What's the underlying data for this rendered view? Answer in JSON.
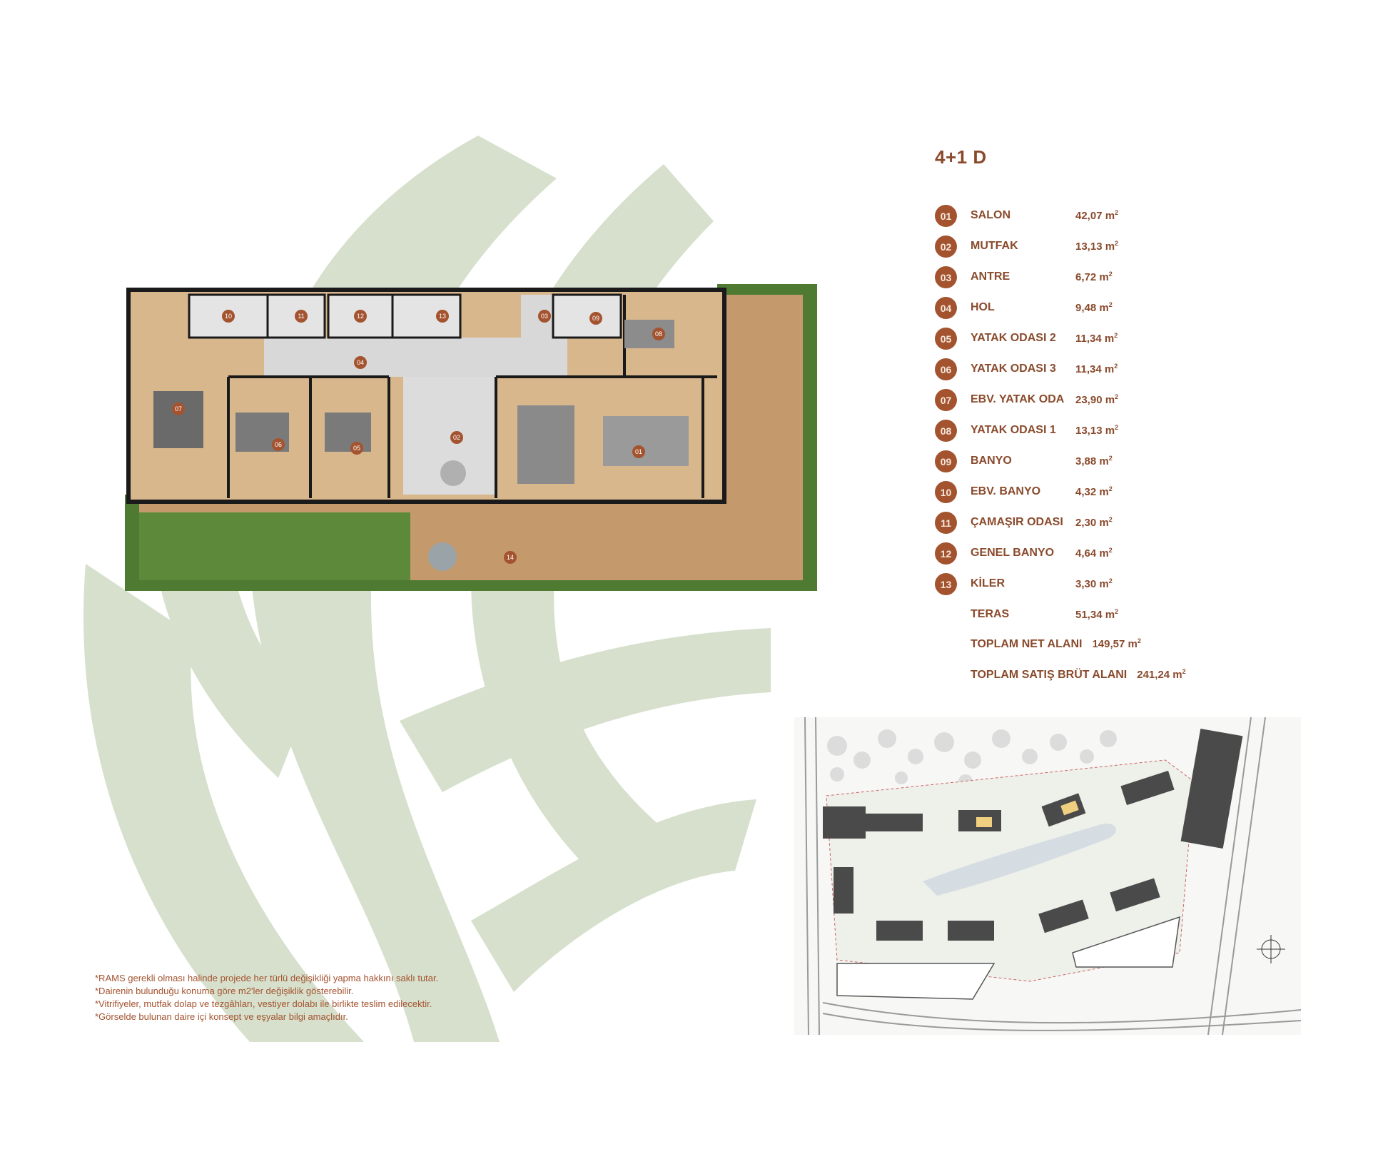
{
  "plan_title": "4+1 D",
  "rooms": [
    {
      "no": "01",
      "name": "SALON",
      "value": "42,07 m",
      "sup": "2"
    },
    {
      "no": "02",
      "name": "MUTFAK",
      "value": "13,13 m",
      "sup": "2"
    },
    {
      "no": "03",
      "name": "ANTRE",
      "value": "6,72 m",
      "sup": "2"
    },
    {
      "no": "04",
      "name": "HOL",
      "value": "9,48 m",
      "sup": "2"
    },
    {
      "no": "05",
      "name": "YATAK ODASI 2",
      "value": "11,34 m",
      "sup": "2"
    },
    {
      "no": "06",
      "name": "YATAK ODASI 3",
      "value": "11,34 m",
      "sup": "2"
    },
    {
      "no": "07",
      "name": "EBV. YATAK ODA",
      "value": "23,90 m",
      "sup": "2"
    },
    {
      "no": "08",
      "name": "YATAK ODASI 1",
      "value": "13,13 m",
      "sup": "2"
    },
    {
      "no": "09",
      "name": "BANYO",
      "value": "3,88  m",
      "sup": "2"
    },
    {
      "no": "10",
      "name": "EBV. BANYO",
      "value": "4,32 m",
      "sup": "2"
    },
    {
      "no": "11",
      "name": "ÇAMAŞIR ODASI",
      "value": "2,30 m",
      "sup": "2"
    },
    {
      "no": "12",
      "name": "GENEL BANYO",
      "value": "4,64  m",
      "sup": "2"
    },
    {
      "no": "13",
      "name": "KİLER",
      "value": "3,30 m",
      "sup": "2"
    },
    {
      "no": "",
      "name": "TERAS",
      "value": "51,34 m",
      "sup": "2"
    }
  ],
  "totals": {
    "net_label": "TOPLAM NET  ALANI",
    "net_value": "149,57  m",
    "net_sup": "2",
    "gross_label": "TOPLAM SATIŞ BRÜT ALANI",
    "gross_value": "241,24  m",
    "gross_sup": "2"
  },
  "plan_labels": [
    "01",
    "02",
    "03",
    "04",
    "05",
    "06",
    "07",
    "08",
    "09",
    "10",
    "11",
    "12",
    "13",
    "14"
  ],
  "notes": [
    "*RAMS gerekli olması halinde projede her türlü değişikliği yapma hakkını saklı tutar.",
    "*Dairenin bulunduğu konuma göre m2'ler değişiklik gösterebilir.",
    "*Vitrifiyeler, mutfak dolap ve tezgâhları, vestiyer dolabı ile birlikte teslim edilecektir.",
    "*Görselde bulunan daire içi konsept ve eşyalar bilgi amaçlıdır."
  ],
  "colors": {
    "accent": "#a4532f",
    "text": "#8a4a2c",
    "leaf": "#d6e0cc",
    "wood": "#c49a6c",
    "grass": "#4e7a32"
  }
}
